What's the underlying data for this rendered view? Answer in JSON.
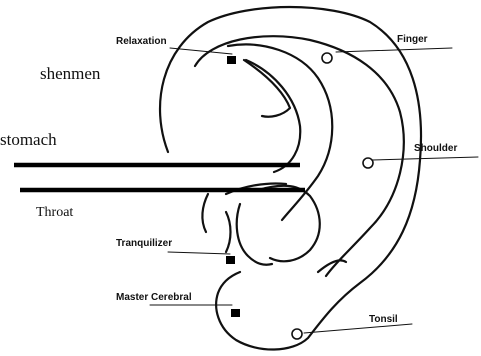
{
  "diagram": {
    "labels": {
      "relaxation": "Relaxation",
      "finger": "Finger",
      "shoulder": "Shoulder",
      "tranquilizer": "Tranquilizer",
      "master_cerebral": "Master Cerebral",
      "tonsil": "Tonsil",
      "shenmen": "shenmen",
      "stomach": "stomach",
      "throat": "Throat"
    },
    "colors": {
      "ink": "#111111",
      "background": "#ffffff"
    }
  }
}
